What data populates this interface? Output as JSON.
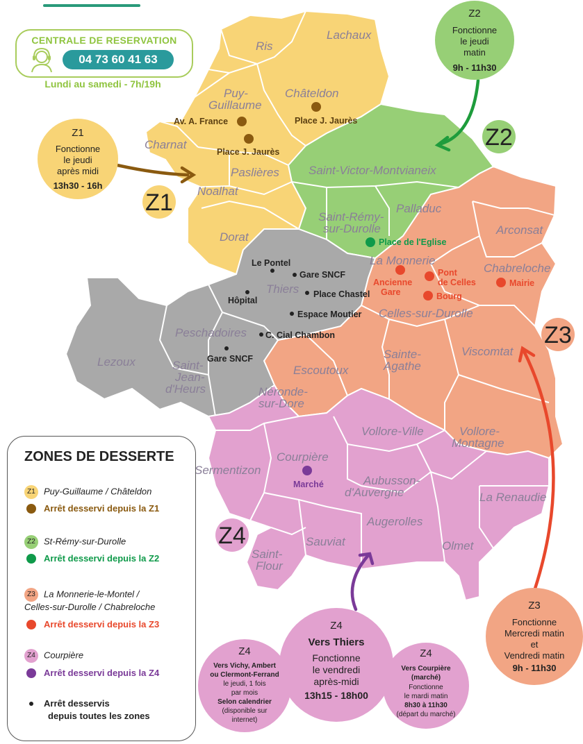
{
  "reservation": {
    "title": "CENTRALE DE RESERVATION",
    "phone": "04 73 60 41 63",
    "hours": "Lundi au samedi - 7h/19h"
  },
  "colors": {
    "z1": "#f8d476",
    "z2": "#97cf76",
    "z3": "#f2a584",
    "z4": "#e2a1cf",
    "central": "#a9a9a9",
    "stop_z1": "#8a5a10",
    "stop_z2": "#0f9a4a",
    "stop_z3": "#e8482c",
    "stop_z4": "#7a3a98"
  },
  "zone_tags": {
    "z1": "Z1",
    "z2": "Z2",
    "z3": "Z3",
    "z4": "Z4"
  },
  "places": {
    "ris": "Ris",
    "lachaux": "Lachaux",
    "puy": "Puy-",
    "guillaume": "Guillaume",
    "chateldon": "Châteldon",
    "charnat": "Charnat",
    "paslieres": "Paslières",
    "noalhat": "Noalhat",
    "dorat": "Dorat",
    "saint_victor": "Saint-Victor-Montvianeix",
    "saint_remy_1": "Saint-Rémy-",
    "saint_remy_2": "sur-Durolle",
    "palladuc": "Palladuc",
    "arconsat": "Arconsat",
    "la_monnerie": "La Monnerie",
    "chabreloche": "Chabreloche",
    "thiers": "Thiers",
    "celles": "Celles-sur-Durolle",
    "peschadoires": "Peschadoires",
    "lezoux": "Lezoux",
    "saint_jean_1": "Saint-",
    "saint_jean_2": "Jean-",
    "saint_jean_3": "d'Heurs",
    "escoutoux": "Escoutoux",
    "sainte_agathe_1": "Sainte-",
    "sainte_agathe_2": "Agathe",
    "viscomtat": "Viscomtat",
    "neronde_1": "Néronde-",
    "neronde_2": "sur-Dore",
    "vollore_ville": "Vollore-Ville",
    "vollore_montagne_1": "Vollore-",
    "vollore_montagne_2": "Montagne",
    "sermentizon": "Sermentizon",
    "courpiere": "Courpière",
    "aubusson_1": "Aubusson-",
    "aubusson_2": "d'Auvergne",
    "la_renaudie": "La Renaudie",
    "augerolles": "Augerolles",
    "sauviat": "Sauviat",
    "olmet": "Olmet",
    "saint_flour_1": "Saint-",
    "saint_flour_2": "Flour"
  },
  "stops": {
    "av_france": "Av. A. France",
    "place_jaures_1": "Place J. Jaurès",
    "place_jaures_2": "Place J. Jaurès",
    "place_eglise": "Place de l'Eglise",
    "ancienne_gare_1": "Ancienne",
    "ancienne_gare_2": "Gare",
    "pont_celles_1": "Pont",
    "pont_celles_2": "de Celles",
    "bourg": "Bourg",
    "mairie": "Mairie",
    "marche": "Marché",
    "le_pontel": "Le Pontel",
    "gare_sncf_thiers": "Gare SNCF",
    "place_chastel": "Place Chastel",
    "hopital": "Hôpital",
    "espace_moutier": "Espace Moutier",
    "c_cial": "C. Cial Chambon",
    "gare_sncf_pesch": "Gare SNCF"
  },
  "bubbles": {
    "z1": {
      "tag": "Z1",
      "l1": "Fonctionne",
      "l2": "le jeudi",
      "l3": "après midi",
      "time": "13h30 - 16h"
    },
    "z2": {
      "tag": "Z2",
      "l1": "Fonctionne",
      "l2": "le jeudi",
      "l3": "matin",
      "time": "9h - 11h30"
    },
    "z3": {
      "tag": "Z3",
      "l1": "Fonctionne",
      "l2": "Mercredi matin",
      "l3": "et",
      "l4": "Vendredi matin",
      "time": "9h - 11h30"
    },
    "z4_main": {
      "tag": "Z4",
      "title": "Vers Thiers",
      "l1": "Fonctionne",
      "l2": "le vendredi",
      "l3": "après-midi",
      "time": "13h15 - 18h00"
    },
    "z4_left": {
      "tag": "Z4",
      "l1": "Vers Vichy, Ambert",
      "l2": "ou Clermont-Ferrand",
      "l3": "le jeudi, 1 fois",
      "l4": "par mois",
      "l5": "Selon calendrier",
      "l6": "(disponible sur",
      "l7": "internet)"
    },
    "z4_right": {
      "tag": "Z4",
      "l1": "Vers Courpière",
      "l2": "(marché)",
      "l3": "Fonctionne",
      "l4": "le mardi matin",
      "l5": "8h30 à 11h30",
      "l6": "(départ du marché)"
    }
  },
  "legend": {
    "title": "ZONES DE DESSERTE",
    "items": [
      {
        "zone": "Z1",
        "label": "Puy-Guillaume / Châteldon",
        "stop": "Arrêt desservi depuis la Z1"
      },
      {
        "zone": "Z2",
        "label": "St-Rémy-sur-Durolle",
        "stop": "Arrêt desservi depuis la Z2"
      },
      {
        "zone": "Z3",
        "label": "La Monnerie-le-Montel /",
        "label2": "Celles-sur-Durolle / Chabreloche",
        "stop": "Arrêt desservi depuis la Z3"
      },
      {
        "zone": "Z4",
        "label": "Courpière",
        "stop": "Arrêt desservi depuis la Z4"
      }
    ],
    "all_zones_1": "Arrêt desservis",
    "all_zones_2": "depuis toutes les zones"
  }
}
